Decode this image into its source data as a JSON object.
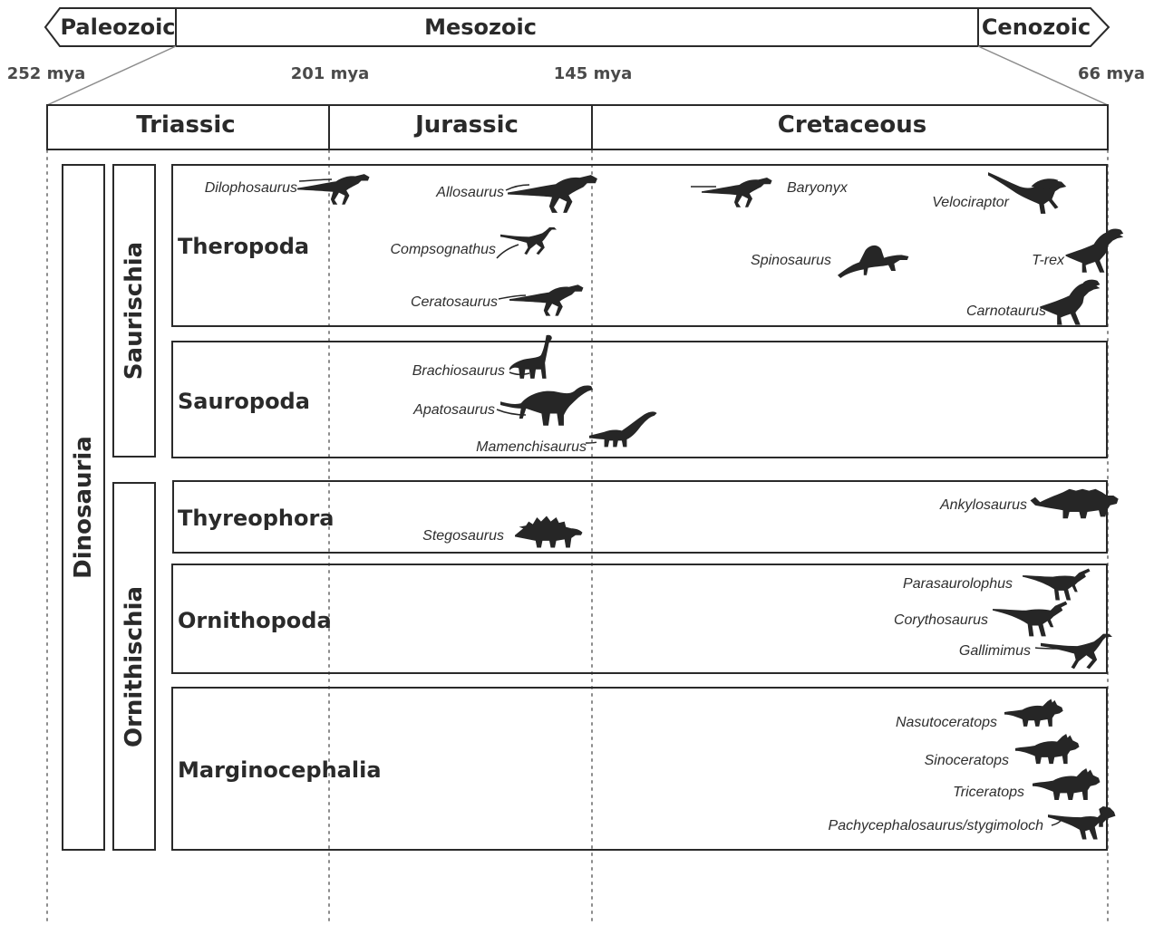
{
  "eras": {
    "paleozoic": "Paleozoic",
    "mesozoic": "Mesozoic",
    "cenozoic": "Cenozoic"
  },
  "ages": {
    "a252": "252 mya",
    "a201": "201 mya",
    "a145": "145 mya",
    "a66": "66 mya"
  },
  "periods": {
    "triassic": "Triassic",
    "jurassic": "Jurassic",
    "cretaceous": "Cretaceous"
  },
  "clades": {
    "dinosauria": "Dinosauria",
    "saurischia": "Saurischia",
    "ornithischia": "Ornithischia"
  },
  "groups": {
    "theropoda": "Theropoda",
    "sauropoda": "Sauropoda",
    "thyreophora": "Thyreophora",
    "ornithopoda": "Ornithopoda",
    "marginocephalia": "Marginocephalia"
  },
  "species": {
    "dilophosaurus": "Dilophosaurus",
    "allosaurus": "Allosaurus",
    "compsognathus": "Compsognathus",
    "ceratosaurus": "Ceratosaurus",
    "baryonyx": "Baryonyx",
    "velociraptor": "Velociraptor",
    "spinosaurus": "Spinosaurus",
    "trex": "T-rex",
    "carnotaurus": "Carnotaurus",
    "brachiosaurus": "Brachiosaurus",
    "apatosaurus": "Apatosaurus",
    "mamenchisaurus": "Mamenchisaurus",
    "stegosaurus": "Stegosaurus",
    "ankylosaurus": "Ankylosaurus",
    "parasaurolophus": "Parasaurolophus",
    "corythosaurus": "Corythosaurus",
    "gallimimus": "Gallimimus",
    "nasutoceratops": "Nasutoceratops",
    "sinoceratops": "Sinoceratops",
    "triceratops": "Triceratops",
    "pachycephalosaurus": "Pachycephalosaurus/stygimoloch"
  },
  "colors": {
    "ink": "#2a2a2a",
    "silhouette": "#262626",
    "guide": "#8c8c8c"
  }
}
